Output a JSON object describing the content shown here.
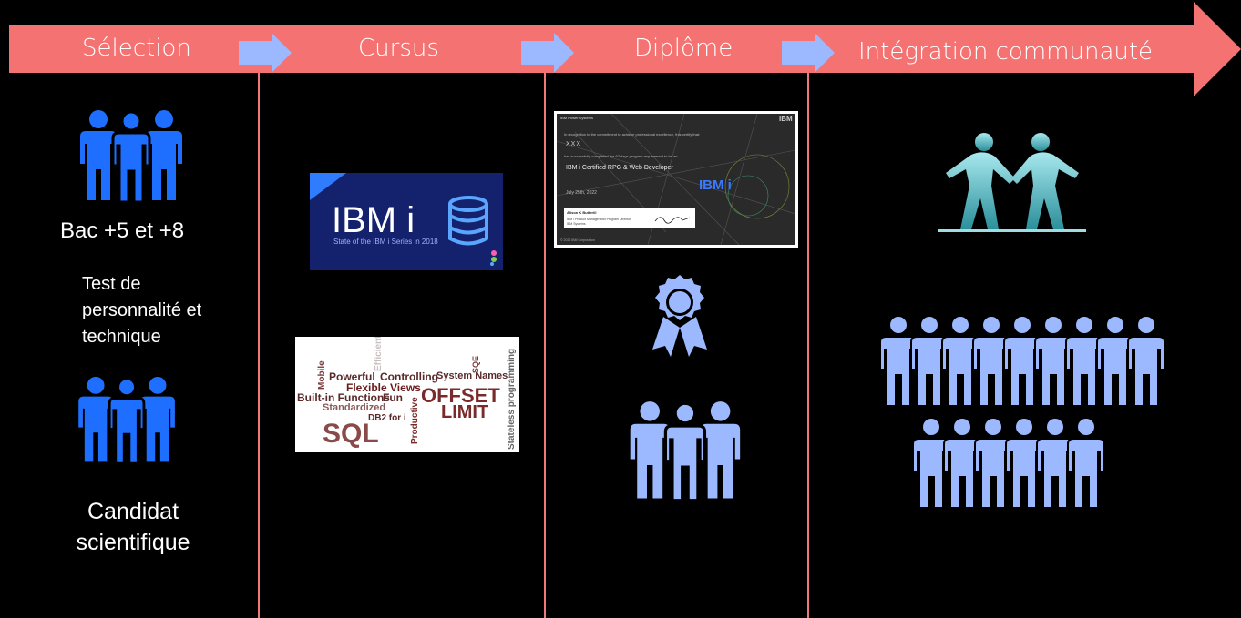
{
  "stages": [
    {
      "label": "Sélection"
    },
    {
      "label": "Cursus"
    },
    {
      "label": "Diplôme"
    },
    {
      "label": "Intégration communauté"
    }
  ],
  "selection": {
    "level": "Bac +5 et +8",
    "test": [
      "Test de",
      "personnalité et",
      "technique"
    ],
    "candidate": [
      "Candidat",
      "scientifique"
    ]
  },
  "cursus": {
    "ibmi_title": "IBM i",
    "ibmi_subtitle": "State of the IBM i Series in 2018",
    "word_cloud": [
      "Mobile",
      "Efficient",
      "SQE",
      "Stateless programming",
      "Powerful",
      "Controlling",
      "System Names",
      "Flexible Views",
      "Built-in Functions",
      "Fun",
      "OFFSET",
      "LIMIT",
      "Standardized",
      "DB2 for i",
      "Productive",
      "SQL"
    ]
  },
  "diplome": {
    "cert_header": "IBM Power Systems",
    "cert_logo": "IBM",
    "cert_intro": "In recognition to the commitment to achieve professional excellence, this certify that:",
    "cert_name": "XXX",
    "cert_success": "has successfully completed the 67 days program requirement to be an",
    "cert_title": "IBM i Certified RPG & Web Developer",
    "cert_date": "July 25th, 2022",
    "cert_brand": "IBM i",
    "signer_name": "Alison K Butterill",
    "signer_role1": "IBM i Product Manager and Program Director",
    "signer_role2": "IBM Systems",
    "cert_footer": "© 2022 IBM Corporation"
  },
  "colors": {
    "banner": "#f47272",
    "stage_arrow": "#9cb8ff",
    "people_blue": "#1e6fff",
    "people_light": "#9cb8ff",
    "divider": "#f07878",
    "handshake": "#4fb3bf"
  },
  "icons": [
    "people-group-icon",
    "ribbon-award-icon",
    "handshake-icon",
    "database-icon"
  ]
}
